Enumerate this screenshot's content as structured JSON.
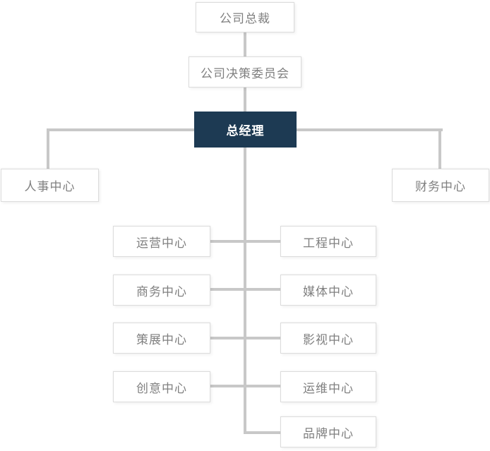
{
  "colors": {
    "accent": "#1d3a53",
    "connector_line": "#c8c8c8",
    "box_border": "#dcdcdc",
    "box_text": "#808080",
    "highlight_text": "#ffffff",
    "background": "#ffffff"
  },
  "org_chart": {
    "type": "organization-chart",
    "nodes": {
      "president": "公司总裁",
      "committee": "公司决策委员会",
      "general_manager": "总经理",
      "hr_center": "人事中心",
      "finance_center": "财务中心"
    },
    "left_departments": [
      "运营中心",
      "商务中心",
      "策展中心",
      "创意中心"
    ],
    "right_departments": [
      "工程中心",
      "媒体中心",
      "影视中心",
      "运维中心",
      "品牌中心"
    ],
    "hierarchy": [
      "公司总裁 > 公司决策委员会 > 总经理",
      "总经理 > 人事中心",
      "总经理 > 财务中心",
      "总经理 > 运营中心, 工程中心, 商务中心, 媒体中心, 策展中心, 影视中心, 创意中心, 运维中心, 品牌中心"
    ]
  }
}
